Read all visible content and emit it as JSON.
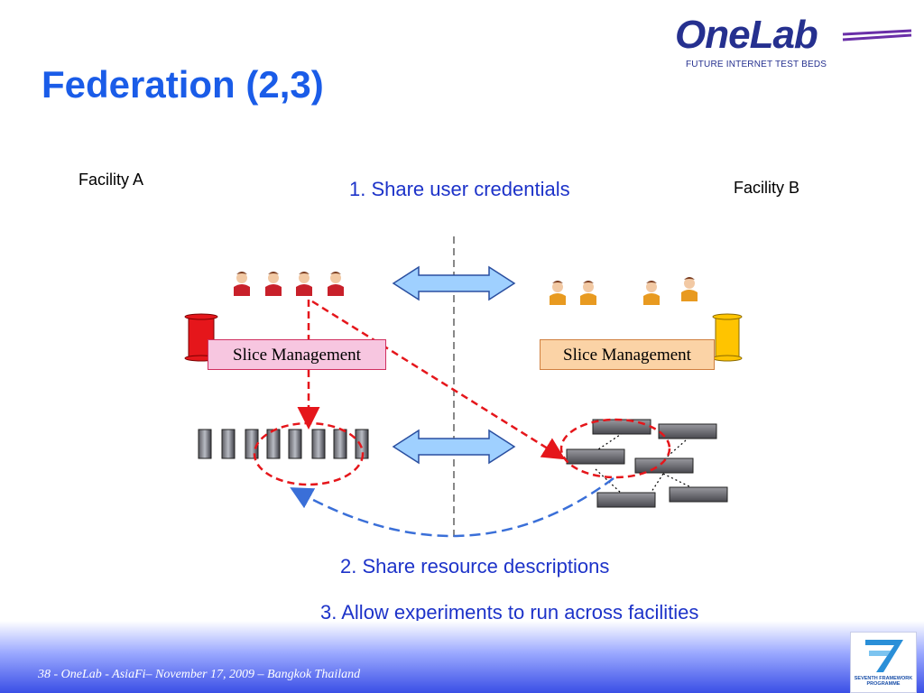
{
  "slide": {
    "title": "Federation (2,3)",
    "footer": "38 - OneLab -  AsiaFi– November 17, 2009 – Bangkok Thailand"
  },
  "logo": {
    "name": "OneLab",
    "tagline": "FUTURE INTERNET TEST BEDS"
  },
  "fp7_badge": {
    "text_line1": "SEVENTH FRAMEWORK",
    "text_line2": "PROGRAMME"
  },
  "facilities": {
    "a_label": "Facility A",
    "b_label": "Facility B"
  },
  "steps": {
    "step1": "1. Share user credentials",
    "step2": "2. Share resource descriptions",
    "step3": "3. Allow experiments to run across facilities"
  },
  "slice_management": {
    "left_label": "Slice Management",
    "right_label": "Slice Management"
  },
  "colors": {
    "title": "#1a5ce8",
    "step_text": "#1d33c9",
    "user_a": "#c8202a",
    "user_b": "#e89a20",
    "scroll_a": "#e5161b",
    "scroll_b": "#ffc400",
    "slice_box_a": "#f7c6e0",
    "slice_box_b": "#fbd3a6",
    "arrow_fill": "#9fd0ff",
    "dashed_red": "#e5161b",
    "dashed_blue": "#3a6fd8"
  },
  "icons": {
    "users_a": [
      "person-icon",
      "person-icon",
      "person-icon",
      "person-icon"
    ],
    "users_b": [
      "person-icon",
      "person-icon",
      "person-icon",
      "person-icon"
    ],
    "servers_a": [
      "server-icon",
      "server-icon",
      "server-icon",
      "server-icon",
      "server-icon",
      "server-icon",
      "server-icon",
      "server-icon"
    ],
    "switches_b": [
      "network-switch-icon",
      "network-switch-icon",
      "network-switch-icon",
      "network-switch-icon",
      "network-switch-icon",
      "network-switch-icon"
    ]
  }
}
